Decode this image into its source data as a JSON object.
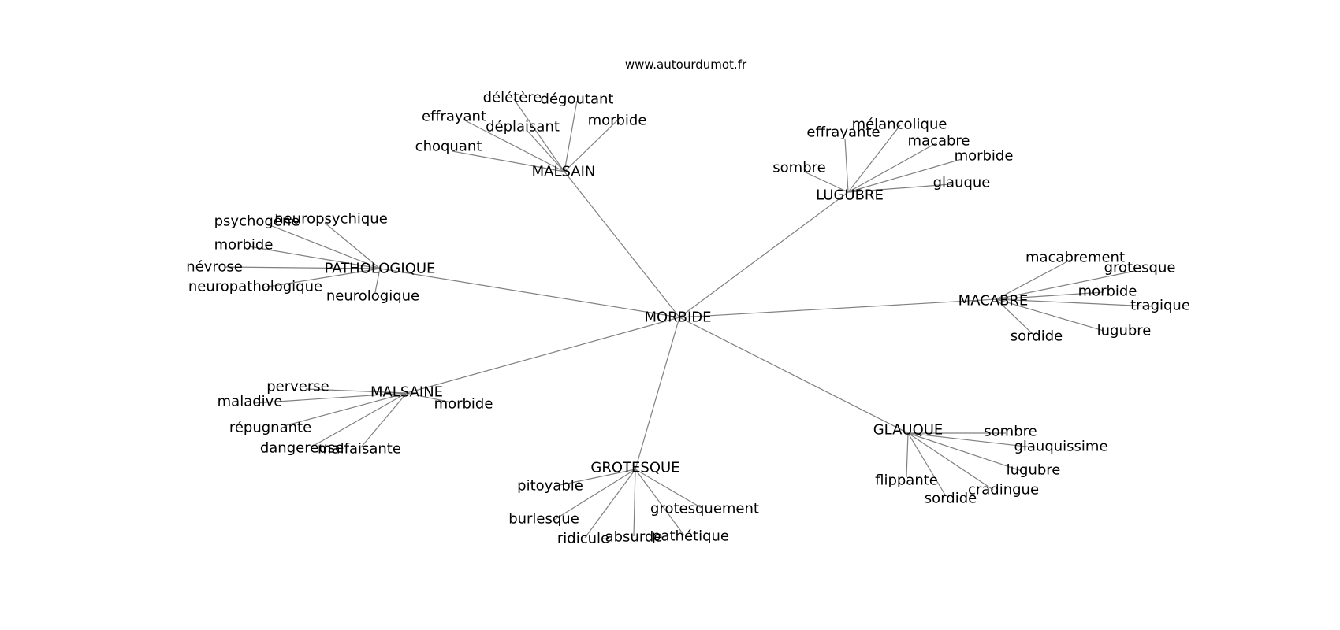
{
  "header": {
    "source": "www.autourdumot.fr"
  },
  "graph": {
    "center": "MORBIDE",
    "clusters": [
      {
        "hub": "MALSAIN",
        "words": [
          "délétère",
          "dégoutant",
          "effrayant",
          "déplaisant",
          "morbide",
          "choquant"
        ]
      },
      {
        "hub": "LUGUBRE",
        "words": [
          "mélancolique",
          "effrayante",
          "macabre",
          "morbide",
          "sombre",
          "glauque"
        ]
      },
      {
        "hub": "PATHOLOGIQUE",
        "words": [
          "neuropsychique",
          "psychogène",
          "morbide",
          "névrose",
          "neuropathologique",
          "neurologique"
        ]
      },
      {
        "hub": "MACABRE",
        "words": [
          "macabrement",
          "grotesque",
          "morbide",
          "tragique",
          "lugubre",
          "sordide"
        ]
      },
      {
        "hub": "MALSAINE",
        "words": [
          "perverse",
          "maladive",
          "morbide",
          "répugnante",
          "dangereuse",
          "malfaisante"
        ]
      },
      {
        "hub": "GLAUQUE",
        "words": [
          "sombre",
          "glauquissime",
          "lugubre",
          "cradingue",
          "sordide",
          "flippante"
        ]
      },
      {
        "hub": "GROTESQUE",
        "words": [
          "pitoyable",
          "grotesquement",
          "burlesque",
          "ridicule",
          "absurde",
          "pathétique"
        ]
      }
    ]
  }
}
